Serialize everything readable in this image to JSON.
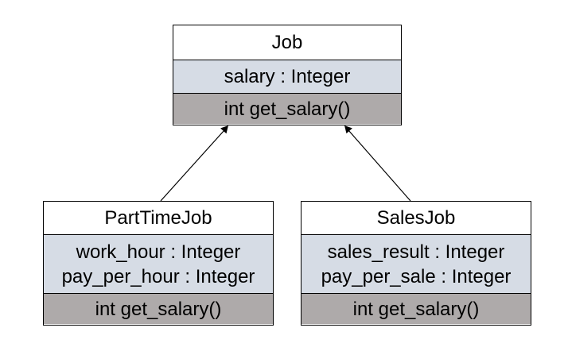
{
  "classes": {
    "job": {
      "name": "Job",
      "attributes": [
        "salary : Integer"
      ],
      "methods": [
        "int get_salary()"
      ]
    },
    "parttimejob": {
      "name": "PartTimeJob",
      "attributes": [
        "work_hour : Integer",
        "pay_per_hour : Integer"
      ],
      "methods": [
        "int get_salary()"
      ]
    },
    "salesjob": {
      "name": "SalesJob",
      "attributes": [
        "sales_result : Integer",
        "pay_per_sale : Integer"
      ],
      "methods": [
        "int get_salary()"
      ]
    }
  },
  "relationships": [
    {
      "from": "PartTimeJob",
      "to": "Job",
      "type": "inheritance"
    },
    {
      "from": "SalesJob",
      "to": "Job",
      "type": "inheritance"
    }
  ],
  "colors": {
    "attribute_fill": "#d6dce5",
    "method_fill": "#aeaaaa",
    "name_fill": "#ffffff",
    "line": "#000000"
  }
}
